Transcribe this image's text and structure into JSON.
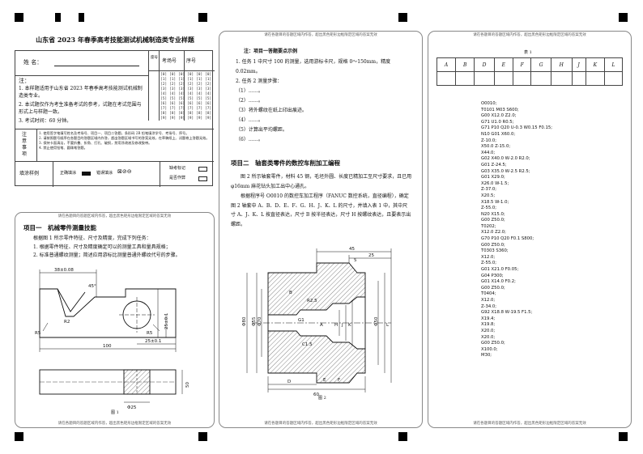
{
  "left": {
    "title": "山东省 2023 年春季高考技能测试机械制造类专业样题",
    "name_label": "姓  名：",
    "seat_label": "座号",
    "exam_no_label": "考场号",
    "seq_label": "序号",
    "note_label": "注：",
    "notes": [
      "1. 本样题适用于山东省 2023 年春季高考技能测试机械制造类专业。",
      "2. 本试题仅作为考生准备考试的参考，试题在考试范围与形式上与样题一致。",
      "3. 考试时间：60 分钟。"
    ],
    "notice_label": "注意事项",
    "notice_items": [
      "1. 使用签字笔填写姓名及考场号、项目一、项目二答题，条形码 2B 铅笔填涂学号、考场号、序号。",
      "2. 请按照题号顺序在各题目的答题区域内作答，超出答题区域书写的答案无效，在草稿纸上、试题卷上答题无效。",
      "3. 保持卡面清洁，不要折叠、折角、打孔、破损，禁用涂改液及修改胶带。",
      "4. 禁止使用铅笔、圆珠笔答题。"
    ],
    "fill_label": "填涂样例",
    "correct_label": "正确填涂",
    "wrong_label": "错误填涂",
    "absent_label": "缺考标记",
    "absent_note": "是否作弊",
    "digits": [
      "[0]",
      "[1]",
      "[2]",
      "[3]",
      "[4]",
      "[5]",
      "[6]",
      "[7]",
      "[8]",
      "[9]"
    ]
  },
  "answer_notice": "请在各题目的答题区域内作答，超出黑色矩形边框限定区域的答案无效",
  "project1": {
    "title": "项目一　机械零件测量技能",
    "desc": "根据图 1 所示零件特征、尺寸及精度，完成下列任务：",
    "tasks": [
      "1. 根据零件特征、尺寸及精度确定可以的测量工具和量具规格；",
      "2. 标准普通螺纹测量；简述应用游标比测量普通外螺纹代号的步骤。"
    ],
    "fig_caption": "图 1",
    "dims": {
      "d1": "38±0.08",
      "d2": "45°",
      "d3": "R2",
      "d4": "R5",
      "d5": "R5",
      "d6": "25±0.1",
      "d7": "25±0.1",
      "d8": "100",
      "d9": "50",
      "d10": "Φ25"
    }
  },
  "middle": {
    "heading": "注：项目一答题要点示例",
    "lines": [
      "1. 任务 1 中尺寸 100 的测量，选用游标卡尺，规格 0～150mm，精度 0.02mm。",
      "2. 任务 2 测量步骤：",
      "（1）……。",
      "（2）……。",
      "（3）将外螺纹在纸上印出痕迹。",
      "（4）……。",
      "（5）计算出平均螺距。",
      "（6）……。"
    ],
    "project2_title": "项目二　轴套类零件的数控车削加工编程",
    "project2_text": [
      "图 2 所示轴套零件，材料 45 钢，毛坯外圆、长度已精加工至尺寸要求，且已用 φ16mm 麻花钻头加工出中心通孔。",
      "根据程序号 O0010 的数控车加工程序（FANUC 数控系统，直径编程），确定图 2 轴套中 A、B、D、E、F、G、H、J、K、L 的尺寸，并填入表 1 中，其中尺寸 A、J、K、L 按直径表达，尺寸 B 按半径表达，尺寸 H 按螺纹表达，且要表示出螺距。"
    ],
    "fig_caption": "图 2",
    "dims": {
      "top1": "45",
      "top2": "25",
      "top3": "5",
      "r": "R2.5",
      "g1": "G1",
      "c15": "C1.5",
      "d80": "Φ80",
      "d55": "Φ55",
      "d70": "Φ70",
      "d50": "Φ50",
      "bA": "A",
      "bB": "B",
      "bD": "D",
      "bE": "E",
      "bF": "F",
      "bH": "H",
      "bJ": "J",
      "bK": "K",
      "bL": "L",
      "b60": "60"
    }
  },
  "right": {
    "table_title": "表 1",
    "table_headers": [
      "A",
      "B",
      "D",
      "E",
      "F",
      "G",
      "H",
      "J",
      "K",
      "L"
    ],
    "program": [
      "O0010;",
      "T0101 M03 S600;",
      "G00 X12.0 Z2.0;",
      "G71 U1.0 R0.5;",
      "G71 P10 Q20 U-0.3 W0.15 F0.15;",
      "N10 G01 X60.0;",
      "Z-10.0;",
      "X50.0 Z-15.0;",
      "X44.0;",
      "G02 X40.0 W-2.0 R2.0;",
      "G01 Z-24.5;",
      "G03 X35.0 W-2.5 R2.5;",
      "G01 X29.0;",
      "X26.0 W-1.5;",
      "Z-37.0;",
      "X20.5;",
      "X18.5 W-1.0;",
      "Z-55.0;",
      "N20 X15.0;",
      "G00 Z50.0;",
      "T0202;",
      "X12.0 Z2.0;",
      "G70 P10 Q20 F0.1 S800;",
      "G00 Z50.0;",
      "T0303 S360;",
      "X12.0;",
      "Z-55.0;",
      "G01 X21.0 F0.05;",
      "G04 P300;",
      "G01 X14.0 F0.2;",
      "G00 Z50.0;",
      "T0404;",
      "X12.0;",
      "Z-34.0;",
      "G92 X18.8 W-19.5 F1.5;",
      "X19.4;",
      "X19.8;",
      "X20.0;",
      "X20.0;",
      "G00 Z50.0;",
      "X100.0;",
      "M30;"
    ]
  }
}
